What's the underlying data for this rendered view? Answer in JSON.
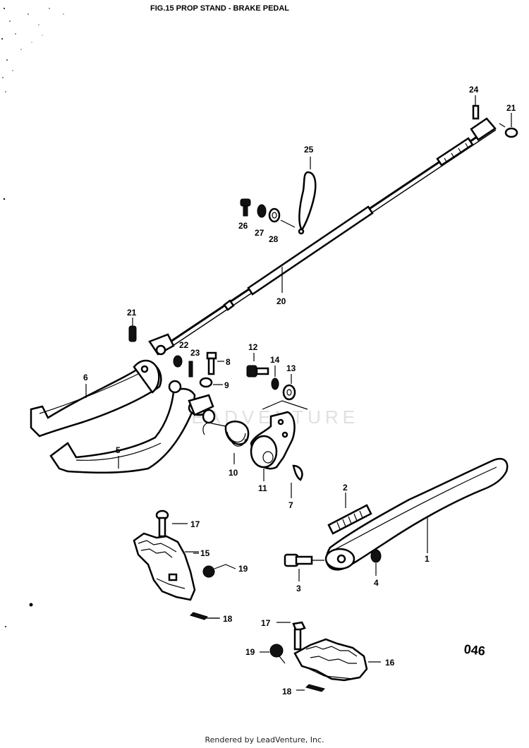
{
  "diagram": {
    "title": "FIG.15  PROP STAND - BRAKE PEDAL",
    "drawing_code": "046",
    "watermark": "LEADVENTURE",
    "footer": "Rendered by LeadVenture, Inc.",
    "callouts": {
      "c1": "1",
      "c2": "2",
      "c3": "3",
      "c4": "4",
      "c5": "5",
      "c6": "6",
      "c7": "7",
      "c8": "8",
      "c9": "9",
      "c10": "10",
      "c11": "11",
      "c12": "12",
      "c13": "13",
      "c14": "14",
      "c15": "15",
      "c16": "16",
      "c17a": "17",
      "c17b": "17",
      "c18a": "18",
      "c18b": "18",
      "c19a": "19",
      "c19b": "19",
      "c20": "20",
      "c21a": "21",
      "c21b": "21",
      "c22": "22",
      "c23": "23",
      "c24": "24",
      "c25": "25",
      "c26": "26",
      "c27": "27",
      "c28": "28"
    }
  }
}
